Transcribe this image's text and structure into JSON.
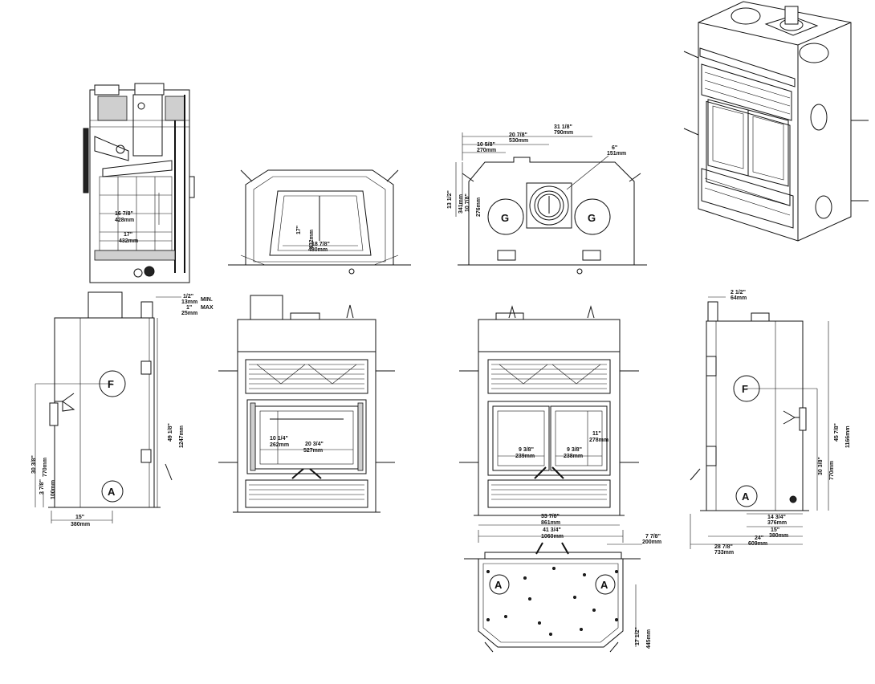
{
  "markers": {
    "a": "A",
    "f": "F",
    "g": "G"
  },
  "dims": {
    "rear_w1": "31 1/8\"",
    "rear_w1m": "790mm",
    "rear_w2": "20 7/8\"",
    "rear_w2m": "530mm",
    "rear_w3": "10 5/8\"",
    "rear_w3m": "270mm",
    "rear_h1": "13 1/2\"",
    "rear_h1m": "341mm",
    "rear_h2": "10 7/8\"",
    "rear_h2m": "276mm",
    "rear_d": "6\"",
    "rear_dm": "151mm",
    "sec_h": "16 7/8\"",
    "sec_hm": "428mm",
    "sec_w": "17\"",
    "sec_wm": "432mm",
    "top_h": "17\"",
    "top_hm": "432mm",
    "top_w": "18 7/8\"",
    "top_wm": "480mm",
    "gap1": "1/2\"",
    "gap1m": "13mm",
    "gap_min": "MIN.",
    "gap2": "1\"",
    "gap2m": "25mm",
    "gap_max": "MAX",
    "side_h": "49 1/8\"",
    "side_hm": "1247mm",
    "side_f": "30 3/8\"",
    "side_fm": "770mm",
    "side_a": "3 7/8\"",
    "side_am": "100mm",
    "side_w": "15\"",
    "side_wm": "380mm",
    "fr_h": "10 1/4\"",
    "fr_hm": "262mm",
    "fr_w": "20 3/4\"",
    "fr_wm": "527mm",
    "d_h": "11\"",
    "d_hm": "278mm",
    "d_w1": "9 3/8\"",
    "d_w1m": "239mm",
    "d_w2": "9 3/8\"",
    "d_w2m": "238mm",
    "d_ow": "33 7/8\"",
    "d_owm": "861mm",
    "bot_w": "41 3/4\"",
    "bot_wm": "1060mm",
    "bot_o": "7 7/8\"",
    "bot_om": "200mm",
    "bot_d": "17 1/2\"",
    "bot_dm": "445mm",
    "rs_t": "2 1/2\"",
    "rs_tm": "64mm",
    "rs_h": "45 7/8\"",
    "rs_hm": "1166mm",
    "rs_f": "30 3/8\"",
    "rs_fm": "770mm",
    "rs_w1": "14 3/4\"",
    "rs_w1m": "376mm",
    "rs_w2": "15\"",
    "rs_w2m": "380mm",
    "rs_w3": "24\"",
    "rs_w3m": "609mm",
    "rs_w4": "28 7/8\"",
    "rs_w4m": "733mm"
  },
  "colors": {
    "line": "#111111",
    "fill": "#ffffff",
    "shade": "#cfcfcf"
  }
}
